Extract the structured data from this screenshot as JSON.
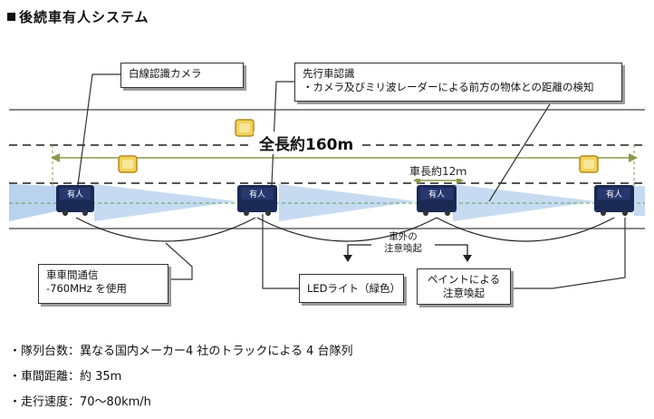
{
  "title": "後続車有人システム",
  "callouts": {
    "lane_camera": "白線認識カメラ",
    "lead_recognition_title": "先行車認識",
    "lead_recognition_desc": "・カメラ及びミリ波レーダーによる前方の物体との距離の検知",
    "v2v_title": "車車間通信",
    "v2v_desc": "-760MHz を使用",
    "led_light": "LEDライト（緑色）",
    "paint_line1": "ペイントによる",
    "paint_line2": "注意喚起"
  },
  "labels": {
    "total_length": "全長約160m",
    "truck_length": "車長約12ｍ",
    "outside_alert_line1": "車外の",
    "outside_alert_line2": "注意喚起"
  },
  "trucks": [
    {
      "label": "有人"
    },
    {
      "label": "有人"
    },
    {
      "label": "有人"
    },
    {
      "label": "有人"
    }
  ],
  "info": [
    "・隊列台数：異なる国内メーカー4 社のトラックによる 4 台隊列",
    "・車間距離：約 35m",
    "・走行速度：70～80km/h"
  ],
  "colors": {
    "truck_body": "#1b2a55",
    "beam": "#b9d2ee",
    "lane_dash": "#555555",
    "arrow": "#8a9a4a",
    "sign_fill": "#f3d25a",
    "center_line": "#5aa05a"
  }
}
